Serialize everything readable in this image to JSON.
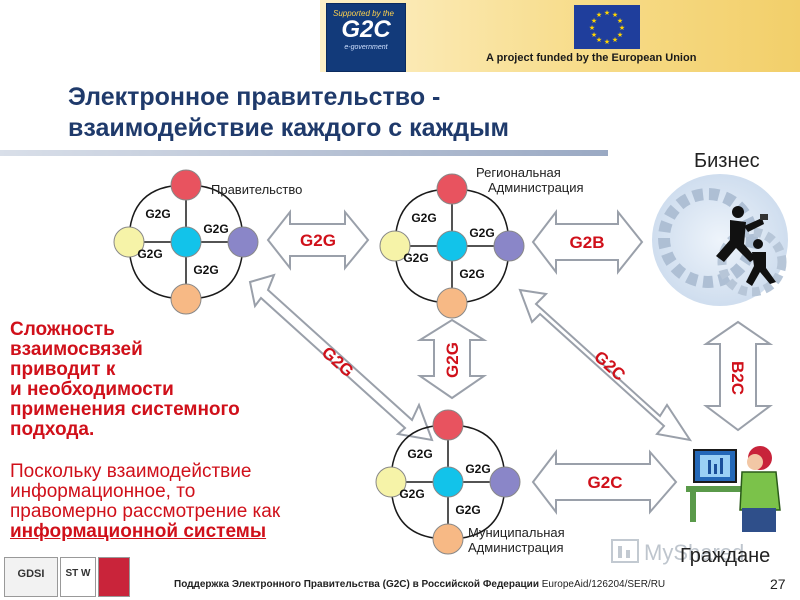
{
  "header": {
    "logo_small_text": "Supported by the",
    "logo_main": "G2C",
    "logo_sub": "e-government",
    "eu_caption": "A project funded by the European Union"
  },
  "title": {
    "line1": "Электронное правительство -",
    "line2": "взаимодействие каждого с каждым"
  },
  "nodes": {
    "gov": "Правительство",
    "regional_line1": "Региональная",
    "regional_line2": "Администрация",
    "municipal_line1": "Муниципальная",
    "municipal_line2": "Администрация",
    "business": "Бизнес",
    "citizens": "Граждане"
  },
  "edge_label": "G2G",
  "arrows": {
    "gov_regional": "G2G",
    "regional_business": "G2B",
    "gov_municipal": "G2G",
    "regional_municipal": "G2G",
    "regional_citizens": "G2C",
    "business_citizens": "B2C",
    "municipal_citizens": "G2C"
  },
  "text_block": {
    "bold_lines": [
      "Сложность",
      "взаимосвязей",
      "приводит к",
      "и необходимости",
      "применения системного",
      "подхода."
    ],
    "plain_lines": [
      "Поскольку взаимодействие",
      "информационное, то",
      "правомерно рассмотрение как"
    ],
    "underlined": "информационной системы"
  },
  "footer": {
    "support_text": "Поддержка Электронного Правительства (G2C) в Российской Федерации",
    "project_ref": "EuropeAid/126204/SER/RU",
    "page_number": "27",
    "logo1": "GDSI",
    "logo2": "ST W",
    "watermark": "MyShared"
  },
  "colors": {
    "arrow_fill": "#ffffff",
    "arrow_stroke": "#9aa0aa",
    "arrow_text": "#d0101a",
    "node_red": "#e8535f",
    "node_yellow": "#f6f3a8",
    "node_cyan": "#12c3ea",
    "node_purple": "#8a86c8",
    "node_orange": "#f7b985",
    "title_blue": "#1f3a6b"
  }
}
